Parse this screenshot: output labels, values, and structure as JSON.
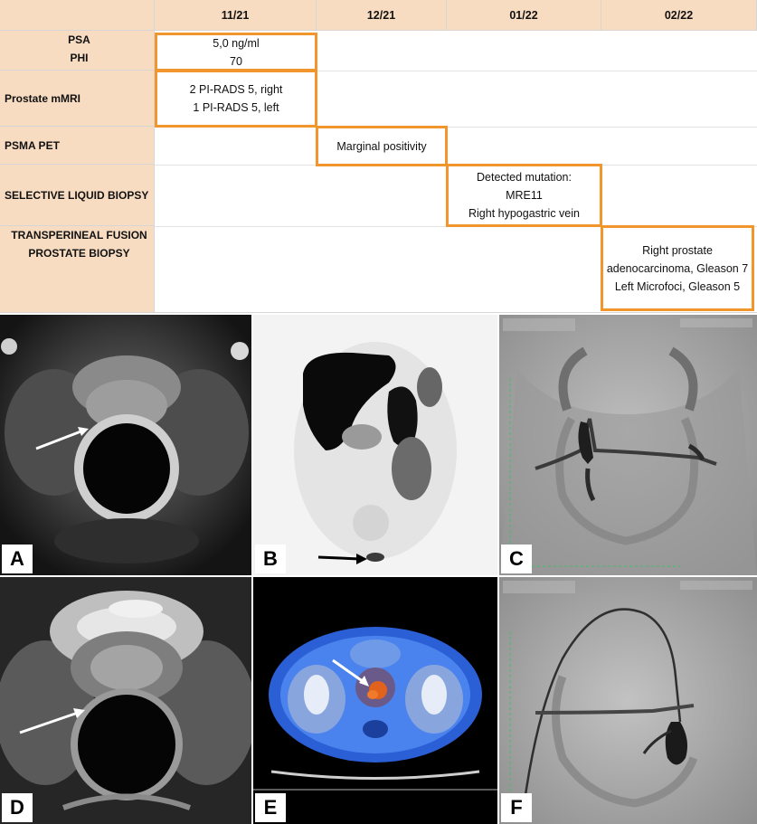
{
  "table": {
    "months": [
      "11/21",
      "12/21",
      "01/22",
      "02/22"
    ],
    "rows": {
      "psa_phi": {
        "labels": [
          "PSA",
          "PHI"
        ],
        "values": [
          "5,0 ng/ml",
          "70"
        ]
      },
      "mmri": {
        "label": "Prostate mMRI",
        "lines": [
          "2 PI-RADS 5, right",
          "1 PI-RADS 5, left"
        ]
      },
      "psma": {
        "label": "PSMA PET",
        "value": "Marginal positivity"
      },
      "liquid": {
        "label": "SELECTIVE LIQUID BIOPSY",
        "lines": [
          "Detected mutation:",
          "MRE11",
          "Right hypogastric vein"
        ]
      },
      "fusion": {
        "labels": [
          "TRANSPERINEAL FUSION",
          "PROSTATE BIOPSY"
        ],
        "lines": [
          "Right prostate",
          "adenocarcinoma, Gleason 7",
          "Left Microfoci, Gleason 5"
        ]
      }
    },
    "colors": {
      "header_bg": "#f8dcc2",
      "highlight_border": "#f0962c"
    }
  },
  "panels": {
    "A": {
      "label": "A"
    },
    "B": {
      "label": "B"
    },
    "C": {
      "label": "C"
    },
    "D": {
      "label": "D"
    },
    "E": {
      "label": "E"
    },
    "F": {
      "label": "F"
    }
  }
}
